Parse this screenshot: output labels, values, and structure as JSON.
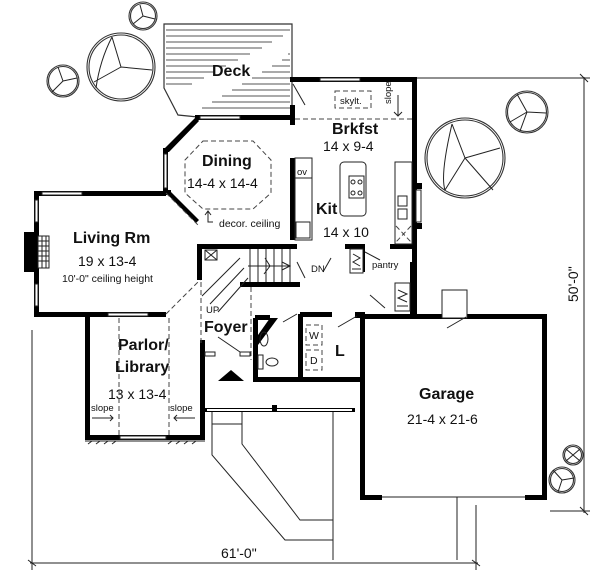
{
  "plan": {
    "overall_width": "61'-0\"",
    "overall_depth": "50'-0\"",
    "rooms": {
      "deck": {
        "name": "Deck"
      },
      "brkfst": {
        "name": "Brkfst",
        "size": "14 x 9-4",
        "skylight": "skylt.",
        "slope": "slope"
      },
      "dining": {
        "name": "Dining",
        "size": "14-4 x 14-4",
        "note": "decor. ceiling"
      },
      "kit": {
        "name": "Kit",
        "size": "14 x 10",
        "oven": "ov",
        "pantry": "pantry",
        "stairs_down": "DN"
      },
      "living": {
        "name": "Living Rm",
        "size": "19 x 13-4",
        "note": "10'-0\" ceiling height"
      },
      "foyer": {
        "name": "Foyer",
        "stairs_up": "UP"
      },
      "parlor": {
        "name_line1": "Parlor/",
        "name_line2": "Library",
        "size": "13 x 13-4",
        "slope_left": "slope",
        "slope_right": "slope"
      },
      "laundry": {
        "name": "L",
        "washer": "W",
        "dryer": "D"
      },
      "garage": {
        "name": "Garage",
        "size": "21-4 x 21-6"
      }
    }
  }
}
